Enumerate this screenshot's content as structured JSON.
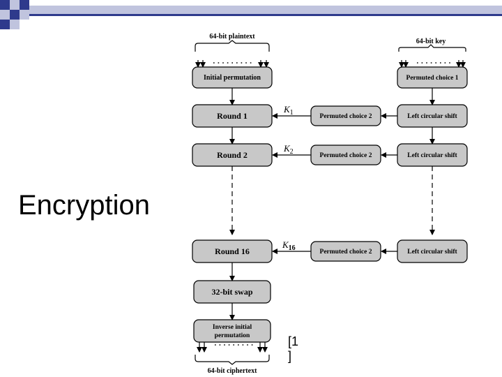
{
  "slide": {
    "title": "Encryption",
    "citation": "[1 ]"
  },
  "colors": {
    "bar_dark": "#2e3a8c",
    "bar_light": "#c0c4de",
    "box_fill": "#c8c8c8",
    "line": "#000000"
  },
  "diagram": {
    "plaintext_label": "64-bit plaintext",
    "key_label": "64-bit key",
    "ciphertext_label": "64-bit ciphertext",
    "initial_permutation": "Initial permutation",
    "permuted_choice_1": "Permuted choice 1",
    "round_1": "Round 1",
    "round_2": "Round 2",
    "round_16": "Round 16",
    "swap": "32-bit swap",
    "inverse_perm_line1": "Inverse initial",
    "inverse_perm_line2": "permutation",
    "permuted_choice_2": "Permuted choice 2",
    "left_circular_shift": "Left circular shift",
    "k1": "K",
    "k1_sub": "1",
    "k2": "K",
    "k2_sub": "2",
    "k16": "K",
    "k16_sub": "16"
  }
}
